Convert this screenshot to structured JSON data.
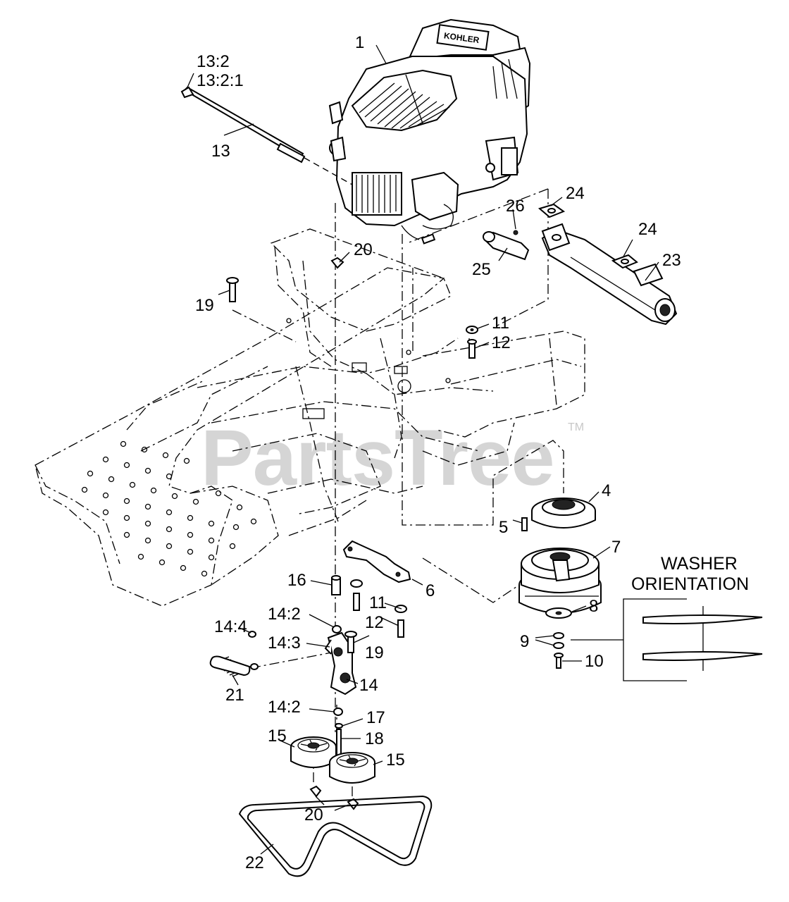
{
  "watermark": {
    "text": "PartsTree",
    "tm": "TM"
  },
  "inset": {
    "title_line1": "WASHER",
    "title_line2": "ORIENTATION"
  },
  "engine": {
    "brand": "KOHLER"
  },
  "callouts": {
    "c1": "1",
    "c4": "4",
    "c5": "5",
    "c6": "6",
    "c7": "7",
    "c8": "8",
    "c9": "9",
    "c10": "10",
    "c11a": "11",
    "c11b": "11",
    "c12a": "12",
    "c12b": "12",
    "c13": "13",
    "c13_2": "13:2",
    "c13_2_1": "13:2:1",
    "c14": "14",
    "c14_2a": "14:2",
    "c14_2b": "14:2",
    "c14_3": "14:3",
    "c14_4": "14:4",
    "c15a": "15",
    "c15b": "15",
    "c16": "16",
    "c17": "17",
    "c18": "18",
    "c19a": "19",
    "c19b": "19",
    "c20a": "20",
    "c20b": "20",
    "c21": "21",
    "c22": "22",
    "c23": "23",
    "c24a": "24",
    "c24b": "24",
    "c25": "25",
    "c26": "26"
  }
}
